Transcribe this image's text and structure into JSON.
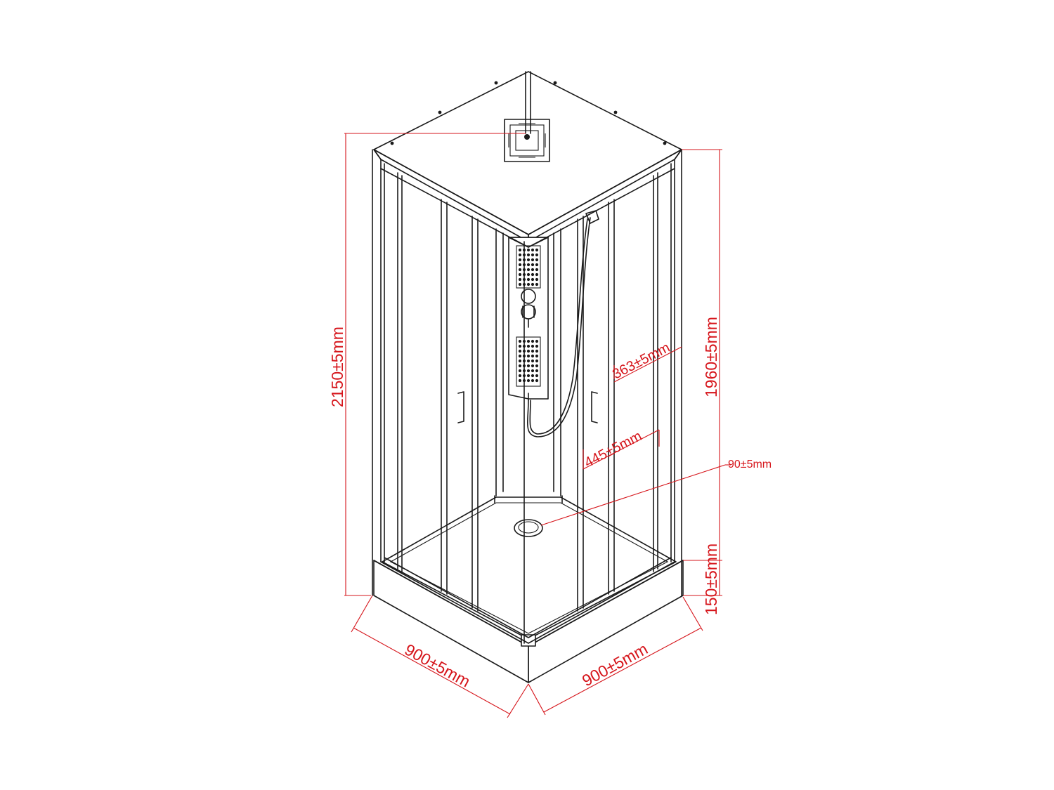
{
  "colors": {
    "outline": "#1a1a1a",
    "dimension": "#d6151b",
    "background": "#ffffff"
  },
  "dimensions": {
    "total_height": "2150±5mm",
    "panel_height": "1960±5mm",
    "tray_height": "150±5mm",
    "width_left": "900±5mm",
    "width_right": "900±5mm",
    "panel_width": "363±5mm",
    "door_width": "445±5mm",
    "drain_diameter": "90±5mm"
  }
}
